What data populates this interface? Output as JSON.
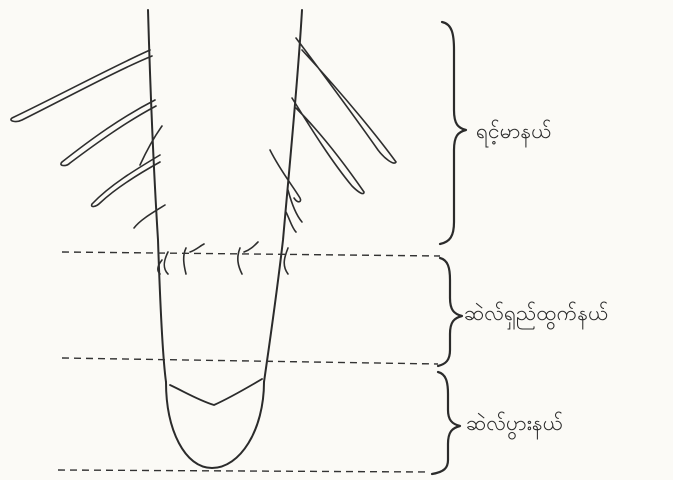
{
  "diagram": {
    "zones": [
      {
        "label": "ရင့်မာနယ်"
      },
      {
        "label": "ဆဲလ်ရှည်ထွက်နယ်"
      },
      {
        "label": "ဆဲလ်ပွားနယ်"
      }
    ],
    "colors": {
      "ink": "#2b2b2b",
      "paper": "#fbfaf6"
    }
  }
}
